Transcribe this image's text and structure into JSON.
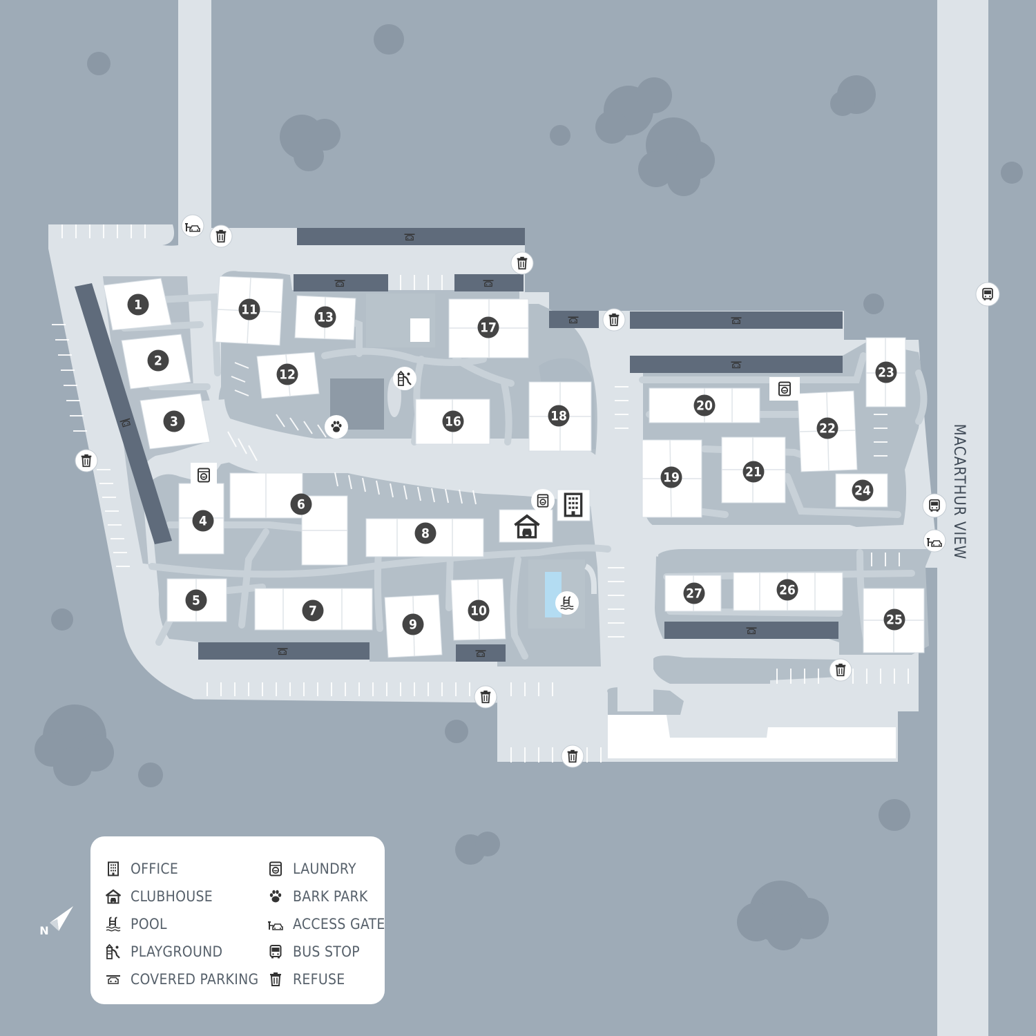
{
  "map": {
    "street_label": "MACARTHUR VIEW",
    "compass_label": "N",
    "buildings": [
      {
        "number": "1"
      },
      {
        "number": "2"
      },
      {
        "number": "3"
      },
      {
        "number": "4"
      },
      {
        "number": "5"
      },
      {
        "number": "6"
      },
      {
        "number": "7"
      },
      {
        "number": "8"
      },
      {
        "number": "9"
      },
      {
        "number": "10"
      },
      {
        "number": "11"
      },
      {
        "number": "12"
      },
      {
        "number": "13"
      },
      {
        "number": "16"
      },
      {
        "number": "17"
      },
      {
        "number": "18"
      },
      {
        "number": "19"
      },
      {
        "number": "20"
      },
      {
        "number": "21"
      },
      {
        "number": "22"
      },
      {
        "number": "23"
      },
      {
        "number": "24"
      },
      {
        "number": "25"
      },
      {
        "number": "26"
      },
      {
        "number": "27"
      }
    ]
  },
  "legend": {
    "items": [
      {
        "label": "OFFICE",
        "icon": "office-icon"
      },
      {
        "label": "CLUBHOUSE",
        "icon": "clubhouse-icon"
      },
      {
        "label": "POOL",
        "icon": "pool-icon"
      },
      {
        "label": "PLAYGROUND",
        "icon": "playground-icon"
      },
      {
        "label": "COVERED PARKING",
        "icon": "covered-parking-icon"
      },
      {
        "label": "LAUNDRY",
        "icon": "laundry-icon"
      },
      {
        "label": "BARK PARK",
        "icon": "paw-icon"
      },
      {
        "label": "ACCESS GATE",
        "icon": "access-gate-icon"
      },
      {
        "label": "BUS STOP",
        "icon": "bus-icon"
      },
      {
        "label": "REFUSE",
        "icon": "trash-icon"
      }
    ]
  },
  "colors": {
    "ground": "#9eabb7",
    "road": "#dde3e8",
    "building": "#ffffff",
    "carport": "#5f6b7b",
    "courtyard": "#b4bfc8",
    "tree": "#8b98a5",
    "marker": "#444444"
  }
}
